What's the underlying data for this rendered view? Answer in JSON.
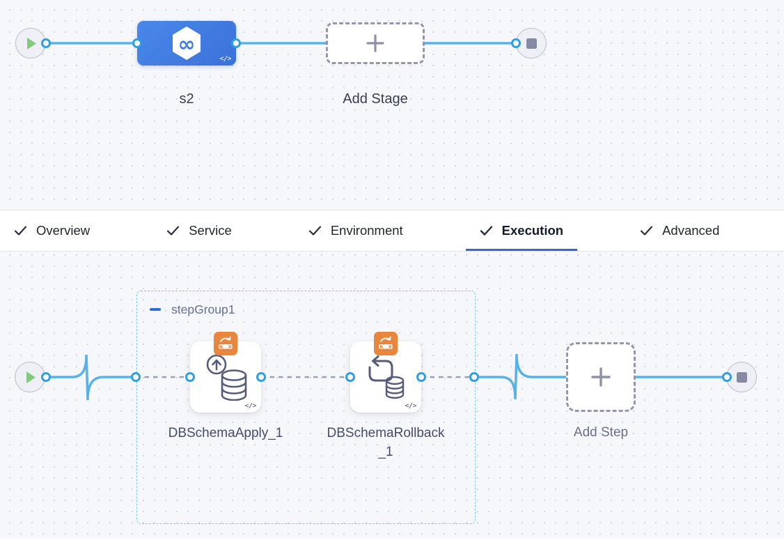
{
  "stage_pipeline": {
    "stage_name": "s2",
    "add_stage_label": "Add Stage",
    "code_glyph": "</>"
  },
  "tab_bar": {
    "tabs": [
      {
        "label": "Overview",
        "checked": true,
        "active": false
      },
      {
        "label": "Service",
        "checked": true,
        "active": false
      },
      {
        "label": "Environment",
        "checked": true,
        "active": false
      },
      {
        "label": "Execution",
        "checked": true,
        "active": true
      },
      {
        "label": "Advanced",
        "checked": true,
        "active": false
      }
    ]
  },
  "execution_graph": {
    "step_group_name": "stepGroup1",
    "steps": [
      {
        "name": "DBSchemaApply_1"
      },
      {
        "name": "DBSchemaRollback_1"
      }
    ],
    "add_step_label": "Add Step",
    "code_glyph": "</>"
  },
  "colors": {
    "canvas_background": "#f6f7fa",
    "stage_node_blue": "#3f7ce2",
    "connector_line_blue": "#58b2e9",
    "connector_dot_ring": "#2f9fe2",
    "dashed_connector_gray": "#9aa0b5",
    "step_group_border_blue": "#7fc6e9",
    "badge_orange": "#e8863e",
    "active_tab_underline": "#2f6bd8",
    "play_icon_green": "#82c97e",
    "stop_icon_gray": "#868ba3"
  }
}
